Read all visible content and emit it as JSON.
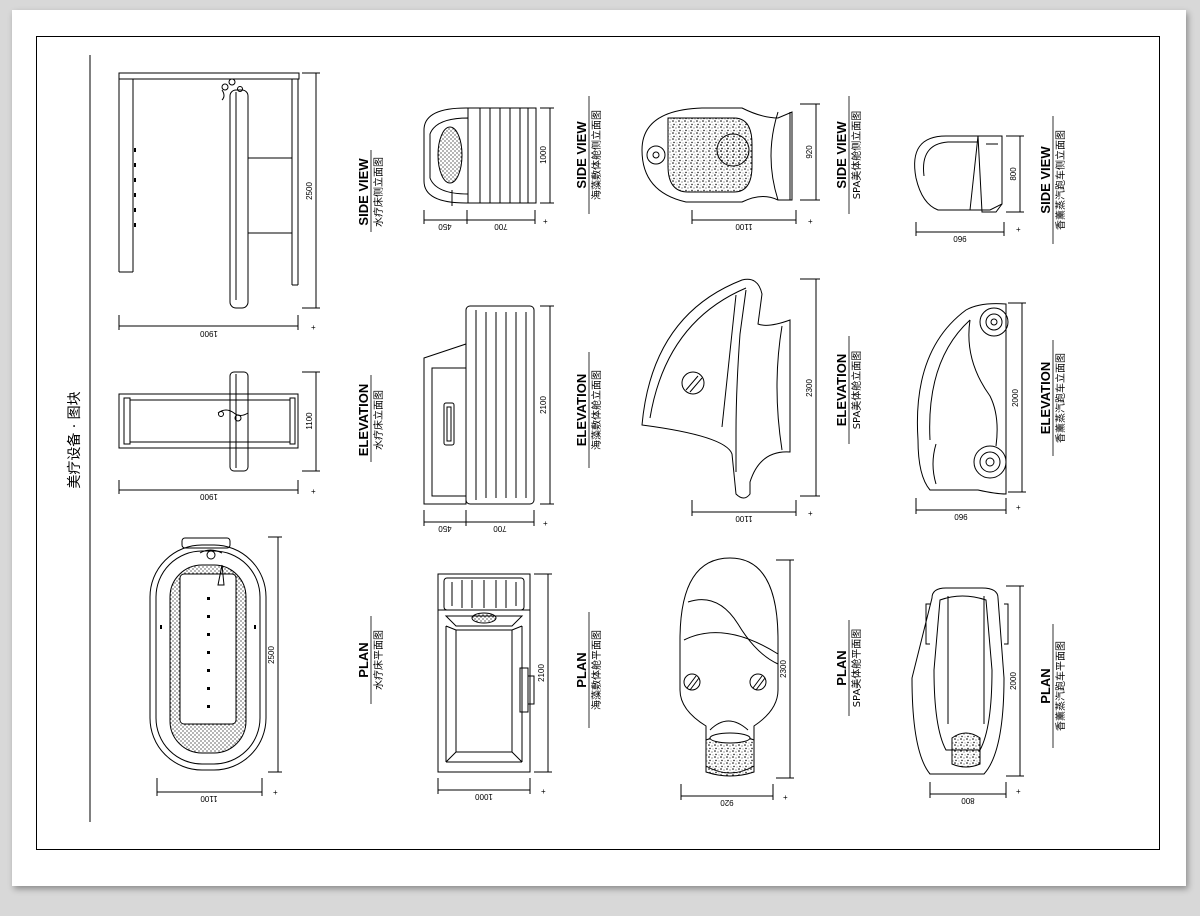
{
  "sheet_title": "美疗设备 · 图块",
  "colors": {
    "background": "#d8d8d8",
    "paper": "#ffffff",
    "ink": "#000000"
  },
  "captions": {
    "hydro_side": {
      "en": "SIDE VIEW",
      "cn": "水疗床侧立面图"
    },
    "hydro_elev": {
      "en": "ELEVATION",
      "cn": "水疗床立面图"
    },
    "hydro_plan": {
      "en": "PLAN",
      "cn": "水疗床平面图"
    },
    "seaweed_side": {
      "en": "SIDE VIEW",
      "cn": "海藻敷体舱侧立面图"
    },
    "seaweed_elev": {
      "en": "ELEVATION",
      "cn": "海藻敷体舱立面图"
    },
    "seaweed_plan": {
      "en": "PLAN",
      "cn": "海藻敷体舱平面图"
    },
    "spa_side": {
      "en": "SIDE VIEW",
      "cn": "SPA美体舱侧立面图"
    },
    "spa_elev": {
      "en": "ELEVATION",
      "cn": "SPA美体舱立面图"
    },
    "spa_plan": {
      "en": "PLAN",
      "cn": "SPA美体舱平面图"
    },
    "aroma_side": {
      "en": "SIDE VIEW",
      "cn": "香薰蒸汽跑车侧立面图"
    },
    "aroma_elev": {
      "en": "ELEVATION",
      "cn": "香薰蒸汽跑车立面图"
    },
    "aroma_plan": {
      "en": "PLAN",
      "cn": "香薰蒸汽跑车平面图"
    }
  },
  "dimensions": {
    "hydro_side_h": "2500",
    "hydro_side_w": "1900",
    "hydro_elev_h": "1100",
    "hydro_elev_w": "1900",
    "hydro_plan_h": "2500",
    "hydro_plan_w": "1100",
    "seaweed_side_h": "1000",
    "seaweed_side_w1": "450",
    "seaweed_side_w2": "700",
    "seaweed_elev_h": "2100",
    "seaweed_elev_w1": "450",
    "seaweed_elev_w2": "700",
    "seaweed_plan_h": "2100",
    "seaweed_plan_w": "1000",
    "spa_side_h": "920",
    "spa_side_w": "1100",
    "spa_elev_h": "2300",
    "spa_elev_w": "1100",
    "spa_plan_h": "2300",
    "spa_plan_w": "920",
    "aroma_side_h": "800",
    "aroma_side_w": "960",
    "aroma_elev_h": "2000",
    "aroma_elev_w": "960",
    "aroma_plan_h": "2000",
    "aroma_plan_w": "800"
  }
}
